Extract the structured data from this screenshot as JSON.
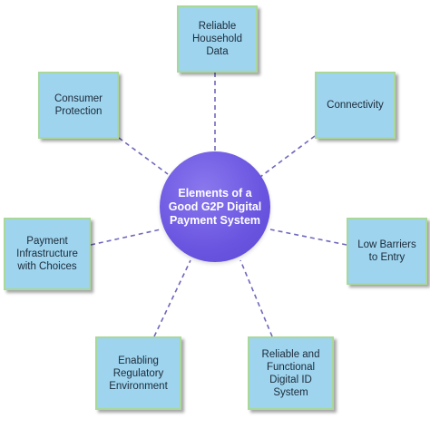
{
  "diagram": {
    "center_label": "Elements of a\nGood G2P Digital\nPayment System",
    "nodes": {
      "reliable_household_data": "Reliable\nHousehold\nData",
      "connectivity": "Connectivity",
      "consumer_protection": "Consumer\nProtection",
      "low_barriers_to_entry": "Low Barriers\nto Entry",
      "payment_infrastructure": "Payment\nInfrastructure\nwith Choices",
      "enabling_regulatory_environment": "Enabling\nRegulatory\nEnvironment",
      "reliable_functional_digital_id": "Reliable and\nFunctional\nDigital ID\nSystem"
    },
    "colors": {
      "center_fill": "#6a55e0",
      "box_fill": "#9ed4ee",
      "box_border": "#a8d89a",
      "connector": "#6f68bd"
    }
  }
}
